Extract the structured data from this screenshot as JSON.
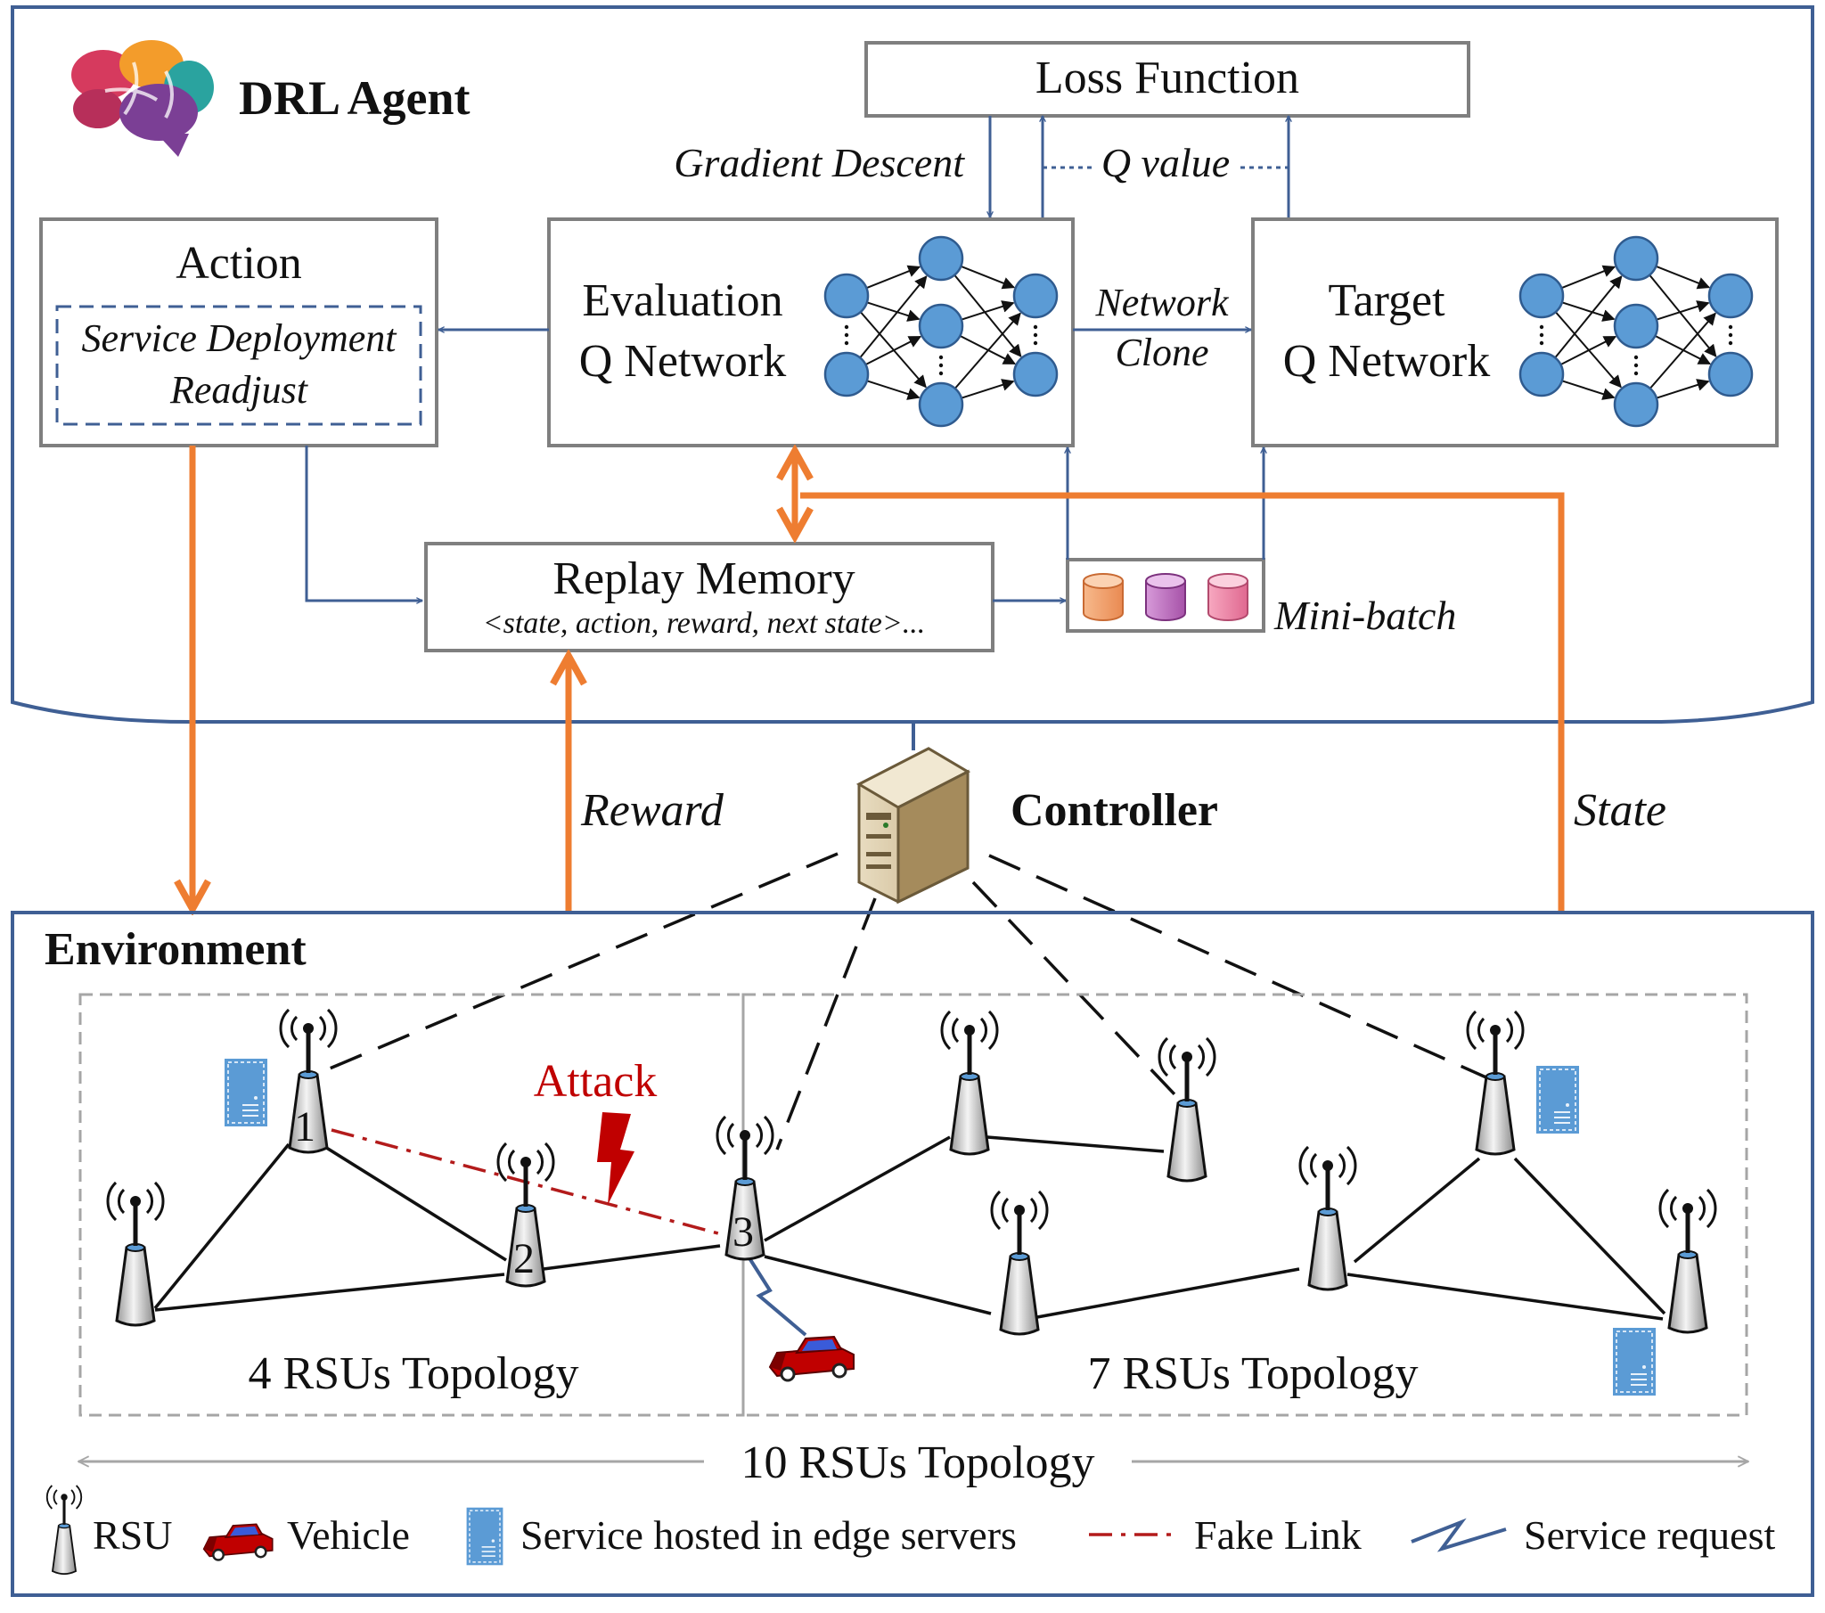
{
  "agent": {
    "title": "DRL Agent"
  },
  "loss": {
    "label": "Loss Function"
  },
  "gradient": {
    "label": "Gradient Descent"
  },
  "qvalue": {
    "label": "Q value"
  },
  "action": {
    "title": "Action",
    "line1": "Service Deployment",
    "line2": "Readjust"
  },
  "eval_net": {
    "line1": "Evaluation",
    "line2": "Q Network"
  },
  "target_net": {
    "line1": "Target",
    "line2": "Q Network"
  },
  "clone": {
    "line1": "Network",
    "line2": "Clone"
  },
  "replay": {
    "title": "Replay Memory",
    "tuple": "<state, action, reward, next state>..."
  },
  "minibatch": {
    "label": "Mini-batch"
  },
  "controller": {
    "label": "Controller"
  },
  "reward": {
    "label": "Reward"
  },
  "state": {
    "label": "State"
  },
  "environment": {
    "label": "Environment"
  },
  "attack": {
    "label": "Attack"
  },
  "rsu_labels": [
    "1",
    "2",
    "3"
  ],
  "topologies": {
    "small": "4 RSUs Topology",
    "medium": "7 RSUs Topology",
    "full": "10 RSUs Topology"
  },
  "legend": {
    "rsu": "RSU",
    "vehicle": "Vehicle",
    "service": "Service hosted in edge servers",
    "fake_link": "Fake Link",
    "request": "Service request"
  },
  "colors": {
    "frame": "#3f5f94",
    "arrow_orange": "#ee7d31",
    "node_blue": "#5b9bd5",
    "attack_red": "#c00000",
    "fake_link": "#b31b1b"
  }
}
